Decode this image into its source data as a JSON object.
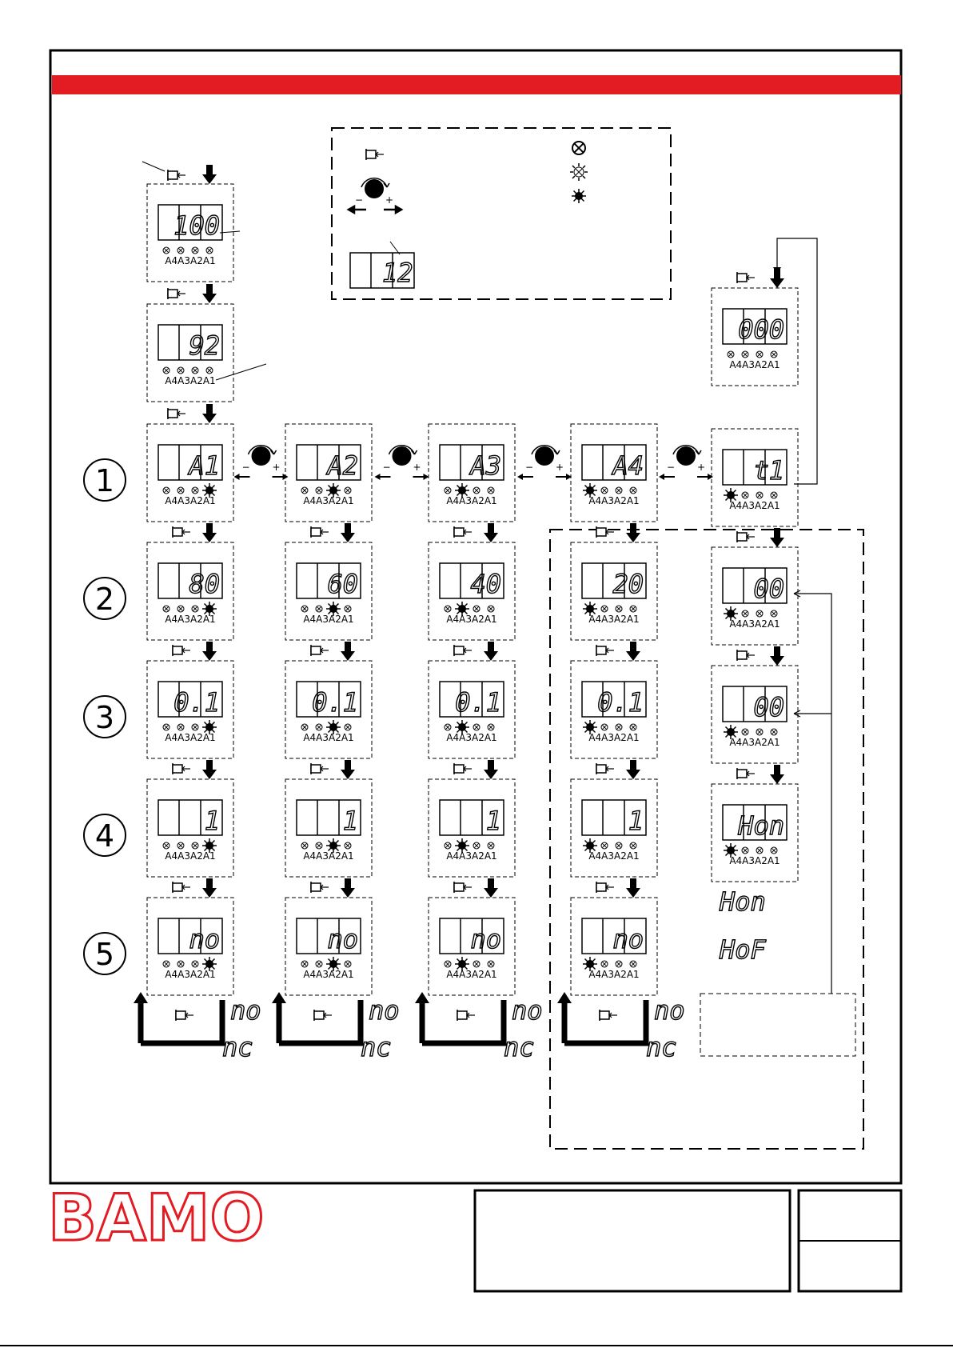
{
  "brand": {
    "logo_text": "BAMO",
    "color": "#e31b23"
  },
  "colors": {
    "header_bar": "#e31b23",
    "ink": "#000000"
  },
  "legend": {
    "display_example": "12"
  },
  "led_labels": [
    "A4",
    "A3",
    "A2",
    "A1"
  ],
  "row_numbers": [
    "1",
    "2",
    "3",
    "4",
    "5"
  ],
  "boot_displays": [
    "100",
    "92"
  ],
  "alarm_columns": [
    {
      "name": "A1",
      "active_led": "A1",
      "values": [
        "A1",
        "80",
        "0.1",
        "1",
        "no"
      ]
    },
    {
      "name": "A2",
      "active_led": "A2",
      "values": [
        "A2",
        "60",
        "0.1",
        "1",
        "no"
      ]
    },
    {
      "name": "A3",
      "active_led": "A3",
      "values": [
        "A3",
        "40",
        "0.1",
        "1",
        "no"
      ]
    },
    {
      "name": "A4",
      "active_led": "A4",
      "values": [
        "A4",
        "20",
        "0.1",
        "1",
        "no"
      ]
    }
  ],
  "relay_options": [
    "no",
    "nc"
  ],
  "timer_column": {
    "top_display": "000",
    "entry": "t1",
    "values": [
      "00",
      "00",
      "Hon"
    ]
  },
  "hold_options": [
    "Hon",
    "HoF"
  ]
}
